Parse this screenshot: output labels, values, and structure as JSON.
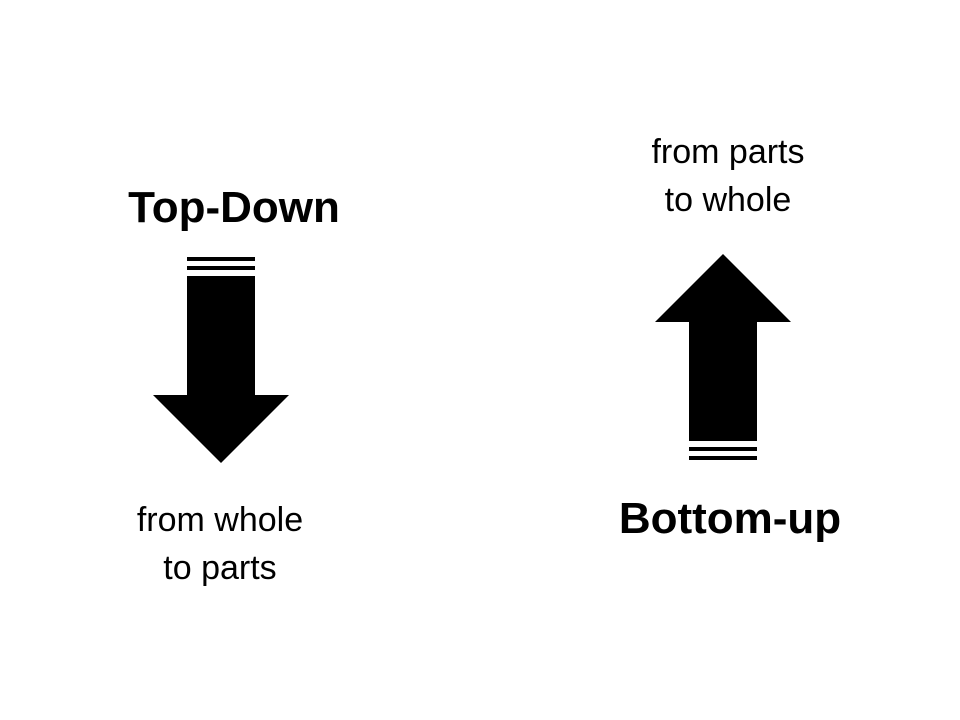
{
  "top_down": {
    "title": "Top-Down",
    "caption_line1": "from whole",
    "caption_line2": "to parts",
    "arrow_direction": "down",
    "icon": "down-arrow-icon"
  },
  "bottom_up": {
    "title": "Bottom-up",
    "caption_line1": "from parts",
    "caption_line2": "to whole",
    "arrow_direction": "up",
    "icon": "up-arrow-icon"
  },
  "colors": {
    "background": "#ffffff",
    "foreground": "#000000"
  }
}
